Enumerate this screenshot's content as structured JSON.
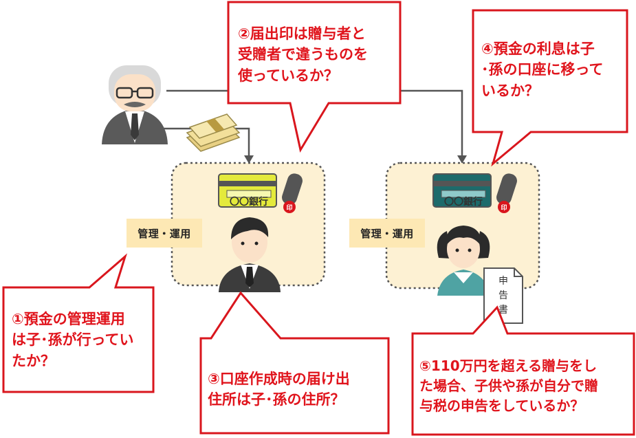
{
  "zones": {
    "child": {
      "label": "管理・運用",
      "bank": "〇〇銀行",
      "seal_char": "印"
    },
    "grandchild": {
      "label": "管理・運用",
      "bank": "〇〇銀行",
      "seal_char": "印"
    }
  },
  "tax_return_doc": {
    "line1": "申",
    "line2": "告",
    "line3": "書"
  },
  "callouts": {
    "c1": "①預金の管理運用\nは子･孫が行ってい\nたか？",
    "c2": "②届出印は贈与者と\n受贈者で違うものを\n使っているか？",
    "c3": "③口座作成時の届け出\n住所は子･孫の住所？",
    "c4": "④預金の利息は子\n･孫の口座に移って\nいるか？",
    "c5": "⑤110万円を超える贈与をし\nた場合、子供や孫が自分で贈\n与税の申告をしているか？"
  },
  "colors": {
    "accent_red": "#d9161d",
    "zone_fill": "#fdf1d3",
    "label_fill": "#fde8b4",
    "bank_yellow": "#e4ea3c",
    "bank_teal": "#1d6b6b",
    "person_gray": "#5a5a5a"
  }
}
